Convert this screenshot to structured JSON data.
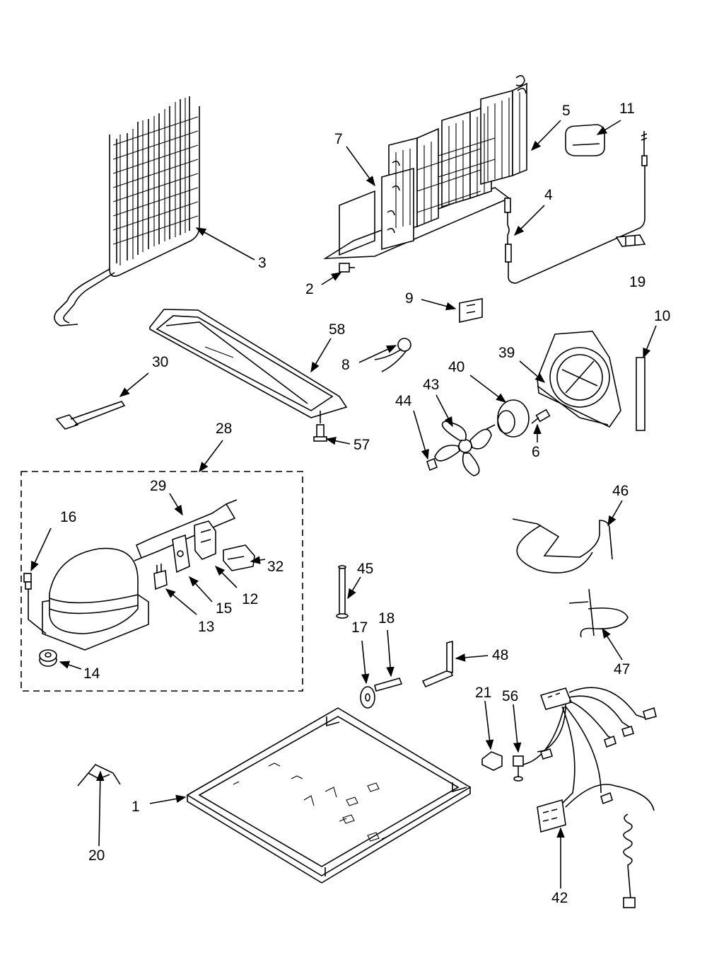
{
  "diagram": {
    "labels": {
      "p1": "1",
      "p2": "2",
      "p3": "3",
      "p4": "4",
      "p5": "5",
      "p6": "6",
      "p7": "7",
      "p8": "8",
      "p9": "9",
      "p10": "10",
      "p11": "11",
      "p12": "12",
      "p13": "13",
      "p14": "14",
      "p15": "15",
      "p16": "16",
      "p17": "17",
      "p18": "18",
      "p19": "19",
      "p20": "20",
      "p21": "21",
      "p28": "28",
      "p29": "29",
      "p30": "30",
      "p32": "32",
      "p39": "39",
      "p40": "40",
      "p42": "42",
      "p43": "43",
      "p44": "44",
      "p45": "45",
      "p46": "46",
      "p47": "47",
      "p48": "48",
      "p56": "56",
      "p57": "57",
      "p58": "58"
    }
  }
}
